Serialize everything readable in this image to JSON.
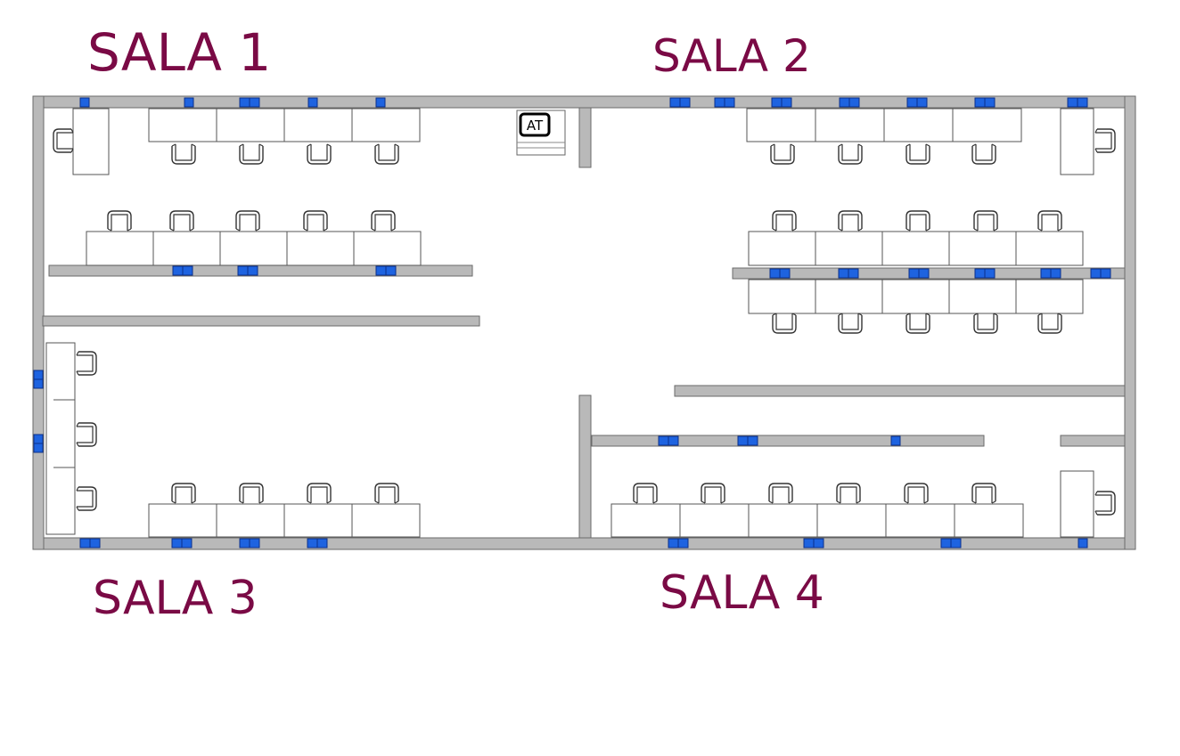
{
  "rooms": {
    "sala1": "SALA 1",
    "sala2": "SALA 2",
    "sala3": "SALA 3",
    "sala4": "SALA 4"
  },
  "at_box_label": "AT",
  "colors": {
    "label": "#7a0a45",
    "wall_fill": "#b9b9b9",
    "wall_stroke": "#6a6a6a",
    "outlet": "#1e63e0",
    "desk_stroke": "#555555"
  }
}
